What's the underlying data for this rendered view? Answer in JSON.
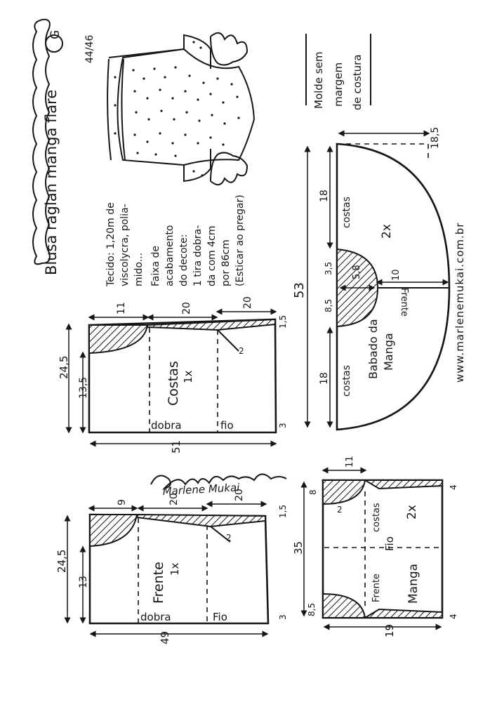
{
  "title": "Blusa raglan manga flare",
  "size": "G",
  "size_range": "44/46",
  "note": {
    "line1": "Molde sem",
    "line2": "margem",
    "line3": "de costura"
  },
  "materials": {
    "line1": "Tecido: 1,20m de",
    "line2": "viscolycra, polia-",
    "line3": "mido...",
    "line4": "Faixa de",
    "line5": "acabamento",
    "line6": "do decote:",
    "line7": "1 tira dobra-",
    "line8": "da com 4cm",
    "line9": "por 86cm",
    "line10": "(Esticar ao pregar)"
  },
  "website": "www.marlenemukai.com.br",
  "costas_piece": {
    "label": "Costas",
    "count": "1x",
    "fold": "dobra",
    "grain": "fio",
    "m_width": "51",
    "m_height": "24,5",
    "m_side": "13,5",
    "m_neck": "11",
    "m_top1": "20",
    "m_top2": "20",
    "m_right": "1,5",
    "m_bottom": "3",
    "m_dart": "2"
  },
  "frente_piece": {
    "label": "Frente",
    "count": "1x",
    "fold": "dobra",
    "grain": "Fio",
    "m_width": "49",
    "m_height": "24,5",
    "m_side": "13",
    "m_neck": "9",
    "m_top1": "20",
    "m_top2": "20",
    "m_right": "1,5",
    "m_bottom": "3",
    "m_dart": "2"
  },
  "ruffle_piece": {
    "label_line1": "Babado da",
    "label_line2": "Manga",
    "count": "2x",
    "costas_top": "costas",
    "costas_bottom": "costas",
    "frente": "Frente",
    "m_total": "53",
    "m_depth": "18,5",
    "m_18a": "18",
    "m_18b": "18",
    "m_85": "8,5",
    "m_35": "3,5",
    "m_10": "10",
    "m_58": "5,8"
  },
  "sleeve_piece": {
    "label": "Manga",
    "count": "2x",
    "costas": "costas",
    "frente": "Frente",
    "grain": "Fio",
    "m_length": "35",
    "m_width": "19",
    "m_top": "11",
    "m_8": "8",
    "m_2": "2",
    "m_4a": "4",
    "m_4b": "4",
    "m_85": "8,5"
  },
  "signature": "Marlene Mukai"
}
